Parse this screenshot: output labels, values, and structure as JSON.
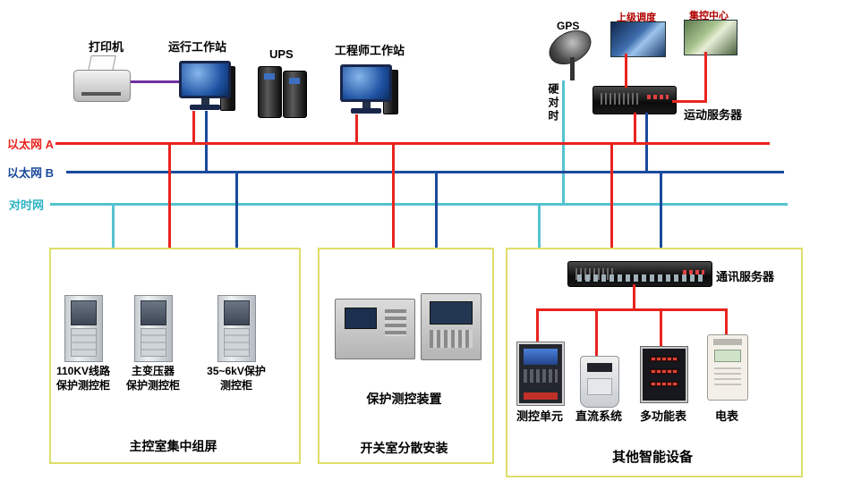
{
  "top": {
    "printer": "打印机",
    "operator_ws": "运行工作站",
    "ups": "UPS",
    "engineer_ws": "工程师工作站",
    "gps": "GPS",
    "upper_dispatch": "上级调度",
    "control_center": "集控中心",
    "telecontrol_server": "运动服务器",
    "hard_time_sync": "硬对时"
  },
  "buses": {
    "ethernet_a": {
      "label": "以太网 A",
      "color": "#e8241f"
    },
    "ethernet_b": {
      "label": "以太网 B",
      "color": "#1a4a9c"
    },
    "time_net": {
      "label": "对时网",
      "color": "#55c3d0"
    }
  },
  "colors": {
    "printer_cable": "#7030a0",
    "box_border": "#dede6a",
    "distribution_line": "#e8241f"
  },
  "boxes": {
    "left": {
      "cabinets": [
        {
          "line1": "110KV线路",
          "line2": "保护测控柜"
        },
        {
          "line1": "主变压器",
          "line2": "保护测控柜"
        },
        {
          "line1": "35~6kV保护",
          "line2": "测控柜"
        }
      ],
      "caption": "主控室集中组屏"
    },
    "middle": {
      "device_label": "保护测控装置",
      "caption": "开关室分散安装"
    },
    "right": {
      "server_label": "通讯服务器",
      "devices": [
        "测控单元",
        "直流系统",
        "多功能表",
        "电表"
      ],
      "caption": "其他智能设备"
    }
  }
}
